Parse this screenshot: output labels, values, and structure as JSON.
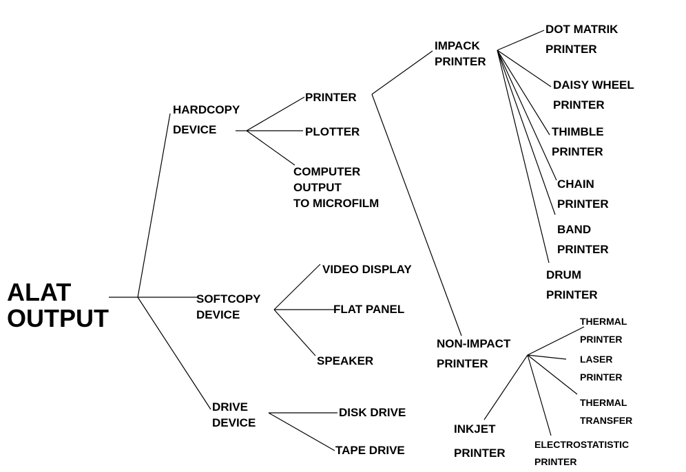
{
  "diagram": {
    "root": [
      "ALAT",
      "OUTPUT"
    ],
    "hardcopy": {
      "label": [
        "HARDCOPY",
        "DEVICE"
      ],
      "printer": "PRINTER",
      "plotter": "PLOTTER",
      "com": [
        "COMPUTER",
        "OUTPUT",
        "TO MICROFILM"
      ]
    },
    "impact": {
      "label": [
        "IMPACK",
        "PRINTER"
      ],
      "items": [
        [
          "DOT MATRIK",
          "PRINTER"
        ],
        [
          "DAISY WHEEL",
          "PRINTER"
        ],
        [
          "THIMBLE",
          "PRINTER"
        ],
        [
          "CHAIN",
          "PRINTER"
        ],
        [
          "BAND",
          "PRINTER"
        ],
        [
          "DRUM",
          "PRINTER"
        ]
      ]
    },
    "nonimpact": {
      "label": [
        "NON-IMPACT",
        "PRINTER"
      ],
      "items": [
        [
          "THERMAL",
          "PRINTER"
        ],
        [
          "LASER",
          "PRINTER"
        ],
        [
          "THERMAL",
          "TRANSFER"
        ],
        [
          "ELECTROSTATISTIC",
          "PRINTER"
        ],
        [
          "INKJET",
          "PRINTER"
        ]
      ]
    },
    "softcopy": {
      "label": [
        "SOFTCOPY",
        "DEVICE"
      ],
      "items": [
        "VIDEO DISPLAY",
        "FLAT PANEL",
        "SPEAKER"
      ]
    },
    "drive": {
      "label": [
        "DRIVE",
        "DEVICE"
      ],
      "items": [
        "DISK DRIVE",
        "TAPE DRIVE"
      ]
    }
  }
}
